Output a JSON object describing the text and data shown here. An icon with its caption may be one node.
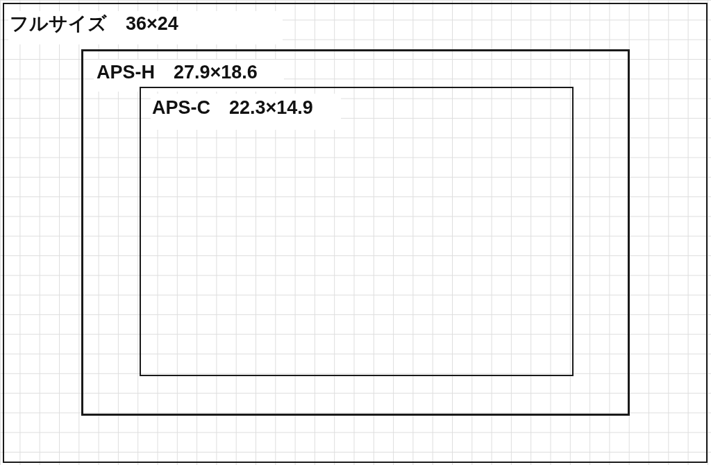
{
  "diagram": {
    "nodes": [
      {
        "text": [
          "フルサイズ　36×24"
        ]
      },
      {
        "text": [
          "APS-H　27.9×18.6"
        ],
        "in": 0
      },
      {
        "text": [
          "APS-C　22.3×14.9"
        ],
        "in": 1
      }
    ]
  }
}
